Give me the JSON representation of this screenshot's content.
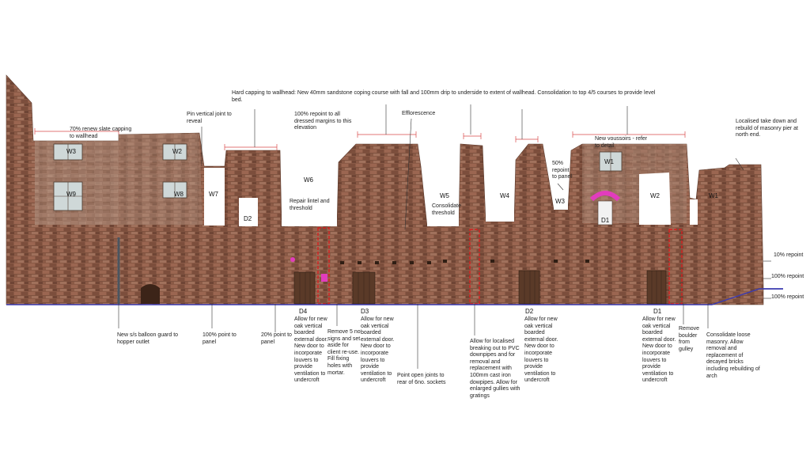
{
  "notes": {
    "hard_capping": "Hard capping to wallhead:  New 40mm sandstone coping course with fall and 100mm drip to underside to extent of wallhead.  Consolidation to top 4/5 courses to provide level bed.",
    "slate_capping": "70% renew slate capping to wallhead",
    "pin_vertical": "Pin vertical joint to reveal",
    "repoint_all": "100% repoint to all dressed margins to this elevation",
    "efflorescence": "Efflorescence",
    "new_voussoirs": "New voussoirs - refer to detail",
    "repoint_50": "50% repoint to panel",
    "localised_take_down": "Localised take down and rebuild of masonry pier at north end.",
    "repair_lintel": "Repair lintel and threshold",
    "consolidate_threshold": "Consolidate threshold",
    "repoint_10": "10% repoint",
    "repoint_100_mid": "100% repoint",
    "repoint_100_low": "100% repoint",
    "balloon_guard": "New s/s balloon guard to hopper outlet",
    "repoint_100_panel": "100% point to panel",
    "repoint_20_panel": "20% point to panel",
    "d4_door": "Allow for new oak  vertical boarded external door.  New door to incorporate louvers to provide ventilation to undercroft",
    "remove_signs": "Remove 5 no signs and set aside for client re-use.  Fill fixing holes with mortar.",
    "d3_door": "Allow for new oak  vertical boarded external door.  New door to incorporate louvers to provide ventilation to undercroft",
    "point_open_joints": "Point open joints to rear of 6no. sockets",
    "pvc_downpipes": "Allow for localised breaking out to PVC downpipes and for removal and replacement with 100mm cast iron dowpipes.  Allow for enlarged gullies with gratings",
    "d2_door": "Allow for new oak  vertical boarded external door.  New door to incorporate louvers to provide ventilation to undercroft",
    "d1_door": "Allow for new oak  vertical boarded external door.  New door to incorporate louvers to provide ventilation to undercroft",
    "remove_boulder": "Remove boulder from gulley",
    "consolidate_loose": "Consolidate loose masonry.  Allow removal and replacement of decayed bricks including rebuilding of arch"
  },
  "labels": {
    "W3_upper": "W3",
    "W2_upper": "W2",
    "W9": "W9",
    "W8": "W8",
    "W7": "W7",
    "W6": "W6",
    "W5": "W5",
    "W4": "W4",
    "W3_right": "W3",
    "W1_upper": "W1",
    "W2_right": "W2",
    "W1_right": "W1",
    "D2_upper": "D2",
    "D1_upper": "D1",
    "D4": "D4",
    "D3": "D3",
    "D2_lower": "D2",
    "D1_lower": "D1"
  },
  "colors": {
    "stone": "#8a5a46",
    "stone_dark": "#6a4030",
    "stone_light": "#a37a62",
    "dim_line": "#d94a4a",
    "red_box": "#d42020",
    "ground_line": "#3a3ab0",
    "leader": "#333333",
    "pink": "#e23cbd"
  }
}
